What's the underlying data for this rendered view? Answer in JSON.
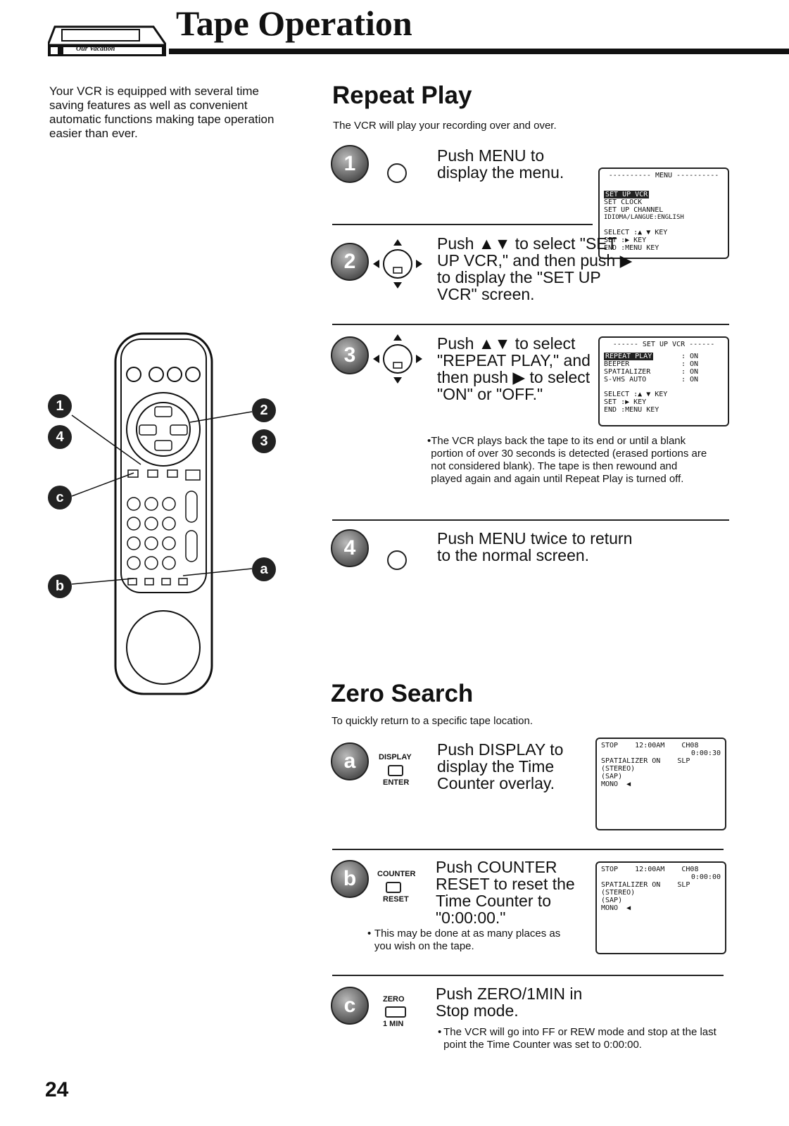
{
  "header": {
    "title": "Tape Operation",
    "logo_text": "Our Vacation"
  },
  "intro": "Your VCR is equipped with several time saving features as well as convenient automatic functions making tape operation easier than ever.",
  "repeat_play": {
    "title": "Repeat Play",
    "subtitle": "The VCR will play your recording over and over.",
    "steps": [
      {
        "badge": "1",
        "text": "Push MENU to display the menu."
      },
      {
        "badge": "2",
        "text": "Push ▲▼ to select \"SET UP VCR,\" and then push ▶ to display the \"SET UP VCR\" screen."
      },
      {
        "badge": "3",
        "text": "Push ▲▼ to select \"REPEAT PLAY,\" and then push ▶ to select \"ON\" or \"OFF.\""
      },
      {
        "badge": "4",
        "text": "Push MENU twice to return to the normal screen."
      }
    ],
    "menu_screen": {
      "header": "---------- MENU ----------",
      "items": [
        "SET UP VCR",
        "SET CLOCK",
        "SET UP CHANNEL",
        "IDIOMA/LANGUE:ENGLISH"
      ],
      "keys": [
        "SELECT :▲ ▼ KEY",
        "SET :▶ KEY",
        "END :MENU KEY"
      ]
    },
    "setup_screen": {
      "header": "------ SET UP VCR ------",
      "items": [
        "REPEAT PLAY",
        "BEEPER",
        "SPATIALIZER",
        "S-VHS AUTO"
      ],
      "values": [
        ": ON",
        ": ON",
        ": ON",
        ": ON"
      ],
      "keys": [
        "SELECT :▲ ▼ KEY",
        "SET :▶ KEY",
        "END :MENU KEY"
      ]
    },
    "note": "The VCR plays back the tape to its end or until a blank portion of over 30 seconds is detected (erased portions are not considered blank). The tape is then rewound and played again and again until Repeat Play is turned off."
  },
  "zero_search": {
    "title": "Zero Search",
    "subtitle": "To quickly return to a specific tape location.",
    "steps": [
      {
        "badge": "a",
        "text": "Push DISPLAY to display the Time Counter overlay.",
        "btn_top": "DISPLAY",
        "btn_bottom": "ENTER"
      },
      {
        "badge": "b",
        "text": "Push COUNTER RESET to reset the Time Counter to \"0:00:00.\"",
        "btn_top": "COUNTER",
        "btn_bottom": "RESET",
        "note": "This may be done at as many places as you wish on the tape."
      },
      {
        "badge": "c",
        "text": "Push ZERO/1MIN in Stop mode.",
        "btn_top": "ZERO",
        "btn_bottom": "1 MIN",
        "note": "The VCR will go into FF or REW mode and stop at the last point the Time Counter was set to 0:00:00."
      }
    ],
    "screen_a": {
      "line1": "STOP    12:00AM    CH08",
      "counter": "0:00:30",
      "line3": "SPATIALIZER ON    SLP",
      "line4": "(STEREO)",
      "line5": "(SAP)",
      "line6": "MONO  ◀"
    },
    "screen_b": {
      "line1": "STOP    12:00AM    CH08",
      "counter": "0:00:00",
      "line3": "SPATIALIZER ON    SLP",
      "line4": "(STEREO)",
      "line5": "(SAP)",
      "line6": "MONO  ◀"
    }
  },
  "remote": {
    "callouts": [
      "1",
      "4",
      "2",
      "3",
      "c",
      "b",
      "a"
    ]
  },
  "page_number": "24"
}
